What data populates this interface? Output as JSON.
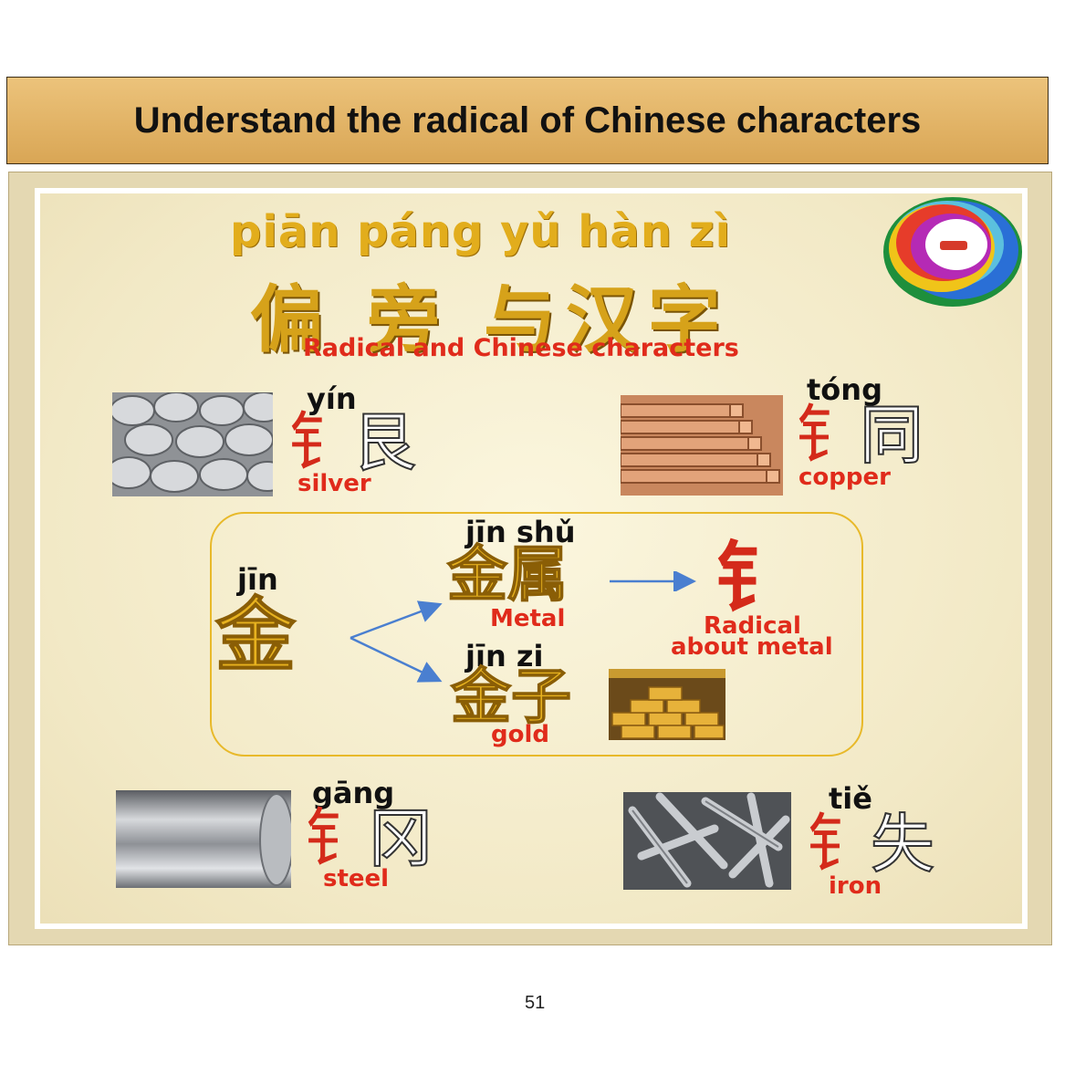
{
  "header": {
    "title": "Understand the radical of Chinese characters"
  },
  "slide": {
    "pinyin_title": "piān páng  yǔ  hàn zì",
    "hanzi_title": "偏 旁 与汉字",
    "subtitle": "Radical and Chinese characters",
    "items": [
      {
        "pinyin": "yín",
        "radical": "钅",
        "rest": "艮",
        "english": "silver"
      },
      {
        "pinyin": "tóng",
        "radical": "钅",
        "rest": "同",
        "english": "copper"
      },
      {
        "pinyin": "gāng",
        "radical": "钅",
        "rest": "冈",
        "english": "steel"
      },
      {
        "pinyin": "tiě",
        "radical": "钅",
        "rest": "失",
        "english": "iron"
      }
    ],
    "center": {
      "jin_pinyin": "jīn",
      "jin_char": "金",
      "jinshu_pinyin": "jīn shǔ",
      "jinshu_chars": "金属",
      "jinshu_english": "Metal",
      "jinzi_pinyin": "jīn   zi",
      "jinzi_chars": "金子",
      "jinzi_english": "gold",
      "radical_char": "钅",
      "radical_line1": "Radical",
      "radical_line2": "about metal"
    }
  },
  "page_number": "51",
  "colors": {
    "header_bg": "#e3b46a",
    "accent_red": "#e02b1b",
    "gold": "#e2ad1c",
    "arrow_blue": "#4a7fd0"
  }
}
